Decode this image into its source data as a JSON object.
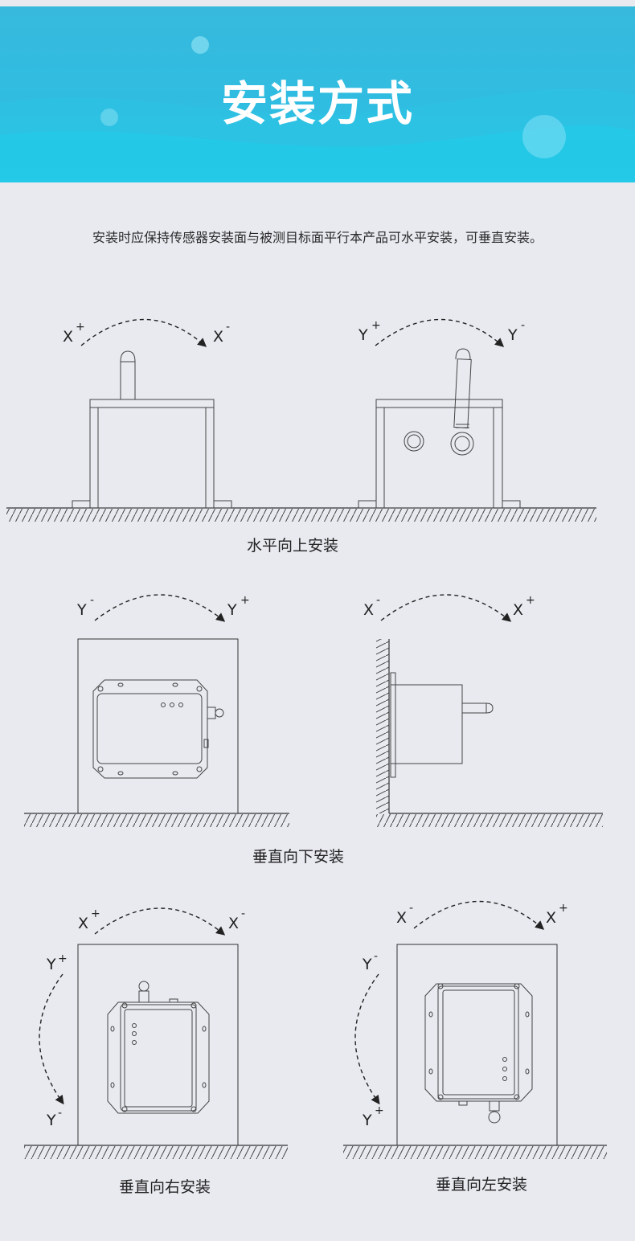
{
  "banner": {
    "title": "安装方式"
  },
  "intro": {
    "text": "安装时应保持传感器安装面与被测目标面平行本产品可水平安装，可垂直安装。"
  },
  "sections": {
    "horizontal_up": {
      "caption": "水平向上安装"
    },
    "vertical_down": {
      "caption": "垂直向下安装"
    },
    "vertical_right": {
      "caption": "垂直向右安装"
    },
    "vertical_left": {
      "caption": "垂直向左安装"
    }
  },
  "axes": {
    "x": "X",
    "y": "Y",
    "plus": "+",
    "minus": "-"
  },
  "colors": {
    "banner_top": "#37b9dc",
    "banner_bottom": "#22c9e6",
    "background": "#e8eaf0",
    "line": "#333333"
  }
}
